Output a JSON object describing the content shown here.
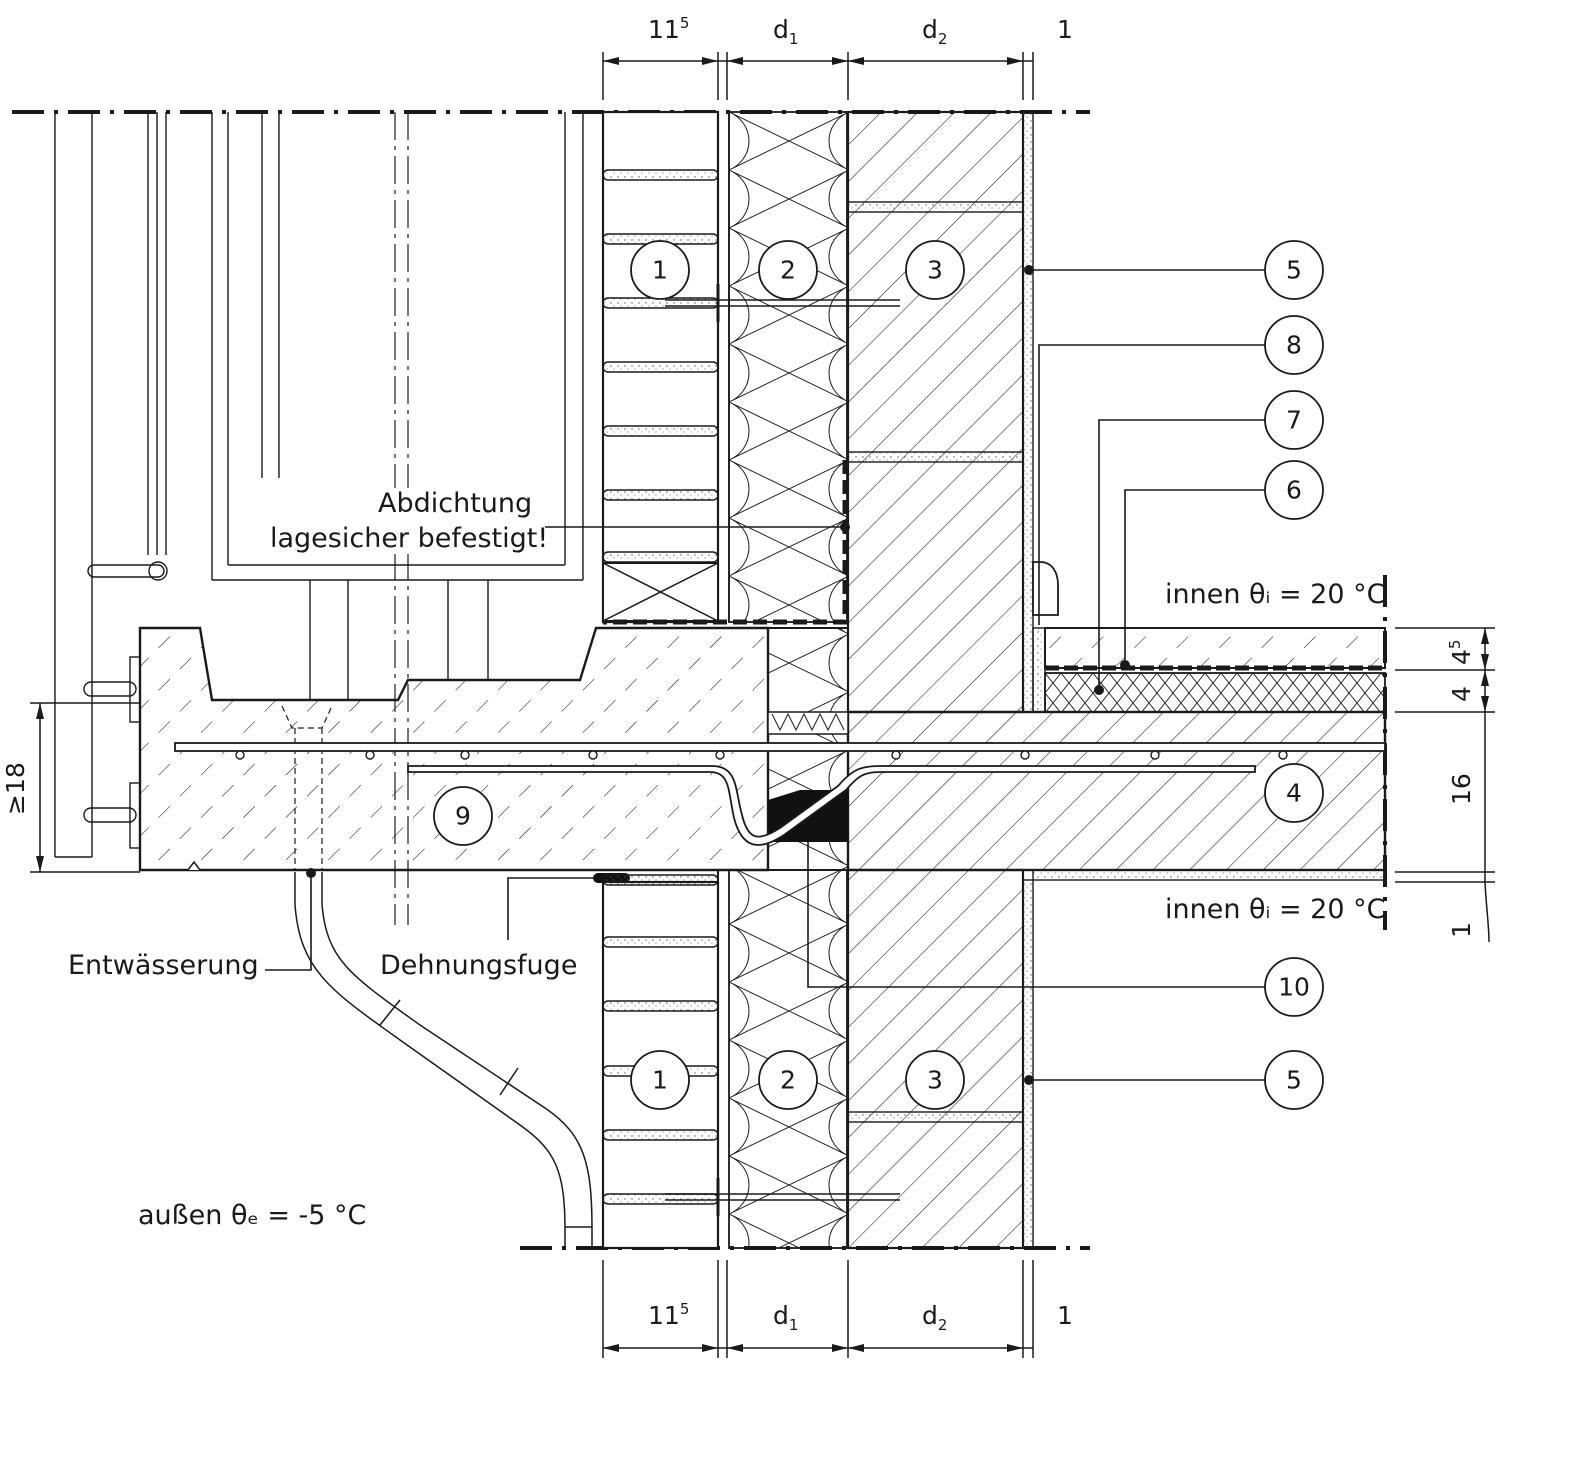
{
  "labels": {
    "sealing_line1": "Abdichtung",
    "sealing_line2": "lagesicher befestigt!",
    "drainage": "Entwässerung",
    "expansion_joint": "Dehnungsfuge",
    "inside_upper": "innen  θᵢ = 20 °C",
    "inside_lower": "innen  θᵢ = 20 °C",
    "outside": "außen  θₑ = -5 °C"
  },
  "dimensions": {
    "top": [
      {
        "base": "11",
        "sup": "5"
      },
      {
        "base": "d",
        "sub": "1"
      },
      {
        "base": "d",
        "sub": "2"
      },
      {
        "base": "1"
      }
    ],
    "bottom": [
      {
        "base": "11",
        "sup": "5"
      },
      {
        "base": "d",
        "sub": "1"
      },
      {
        "base": "d",
        "sub": "2"
      },
      {
        "base": "1"
      }
    ],
    "right": [
      {
        "base": "4",
        "sup": "5"
      },
      {
        "base": "4"
      },
      {
        "base": "16"
      },
      {
        "base": "1"
      }
    ],
    "left": "≥18"
  },
  "callouts": [
    "1",
    "2",
    "3",
    "5",
    "8",
    "7",
    "6",
    "4",
    "9",
    "10",
    "1",
    "2",
    "3",
    "5"
  ]
}
